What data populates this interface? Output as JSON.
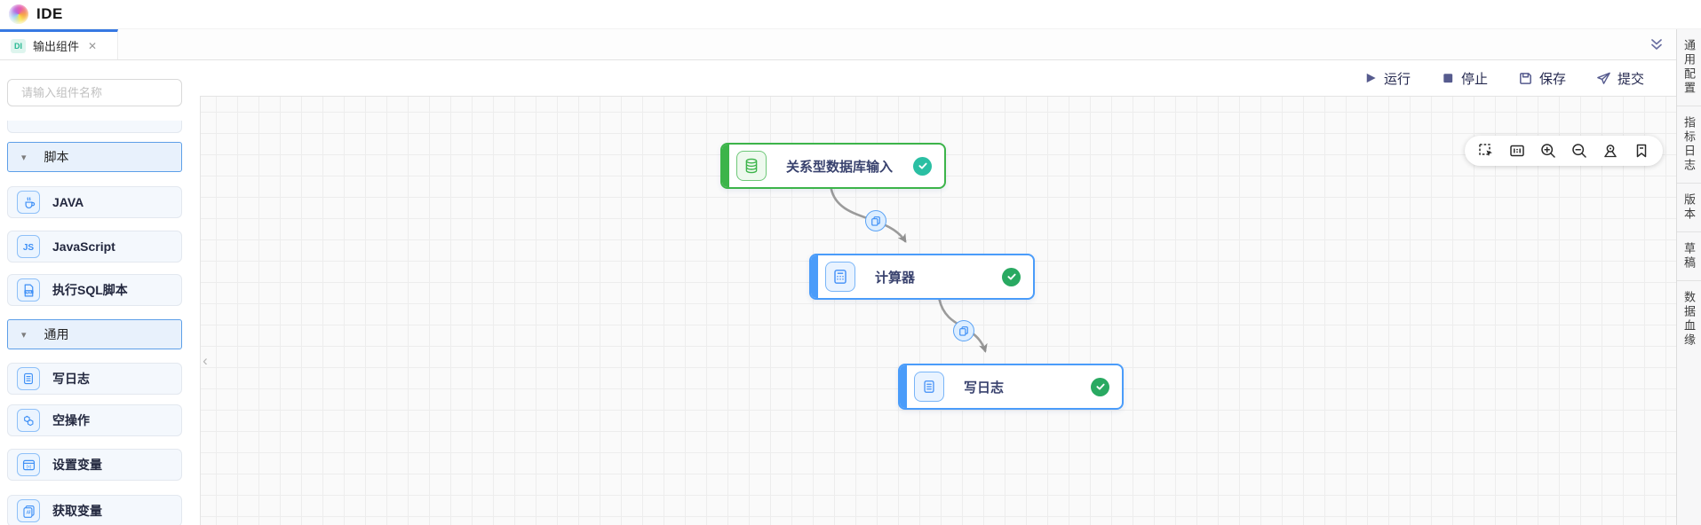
{
  "header": {
    "title": "IDE"
  },
  "tab_bar": {
    "tabs": [
      {
        "badge": "DI",
        "label": "输出组件",
        "close_glyph": "✕"
      }
    ]
  },
  "toolbar": {
    "buttons": [
      {
        "id": "run",
        "label": "运行"
      },
      {
        "id": "stop",
        "label": "停止"
      },
      {
        "id": "save",
        "label": "保存"
      },
      {
        "id": "submit",
        "label": "提交"
      }
    ]
  },
  "sidebar": {
    "search_placeholder": "请输入组件名称",
    "caret_glyph": "▾",
    "collapse_glyph": "‹",
    "sections": [
      {
        "label": "脚本",
        "items": [
          {
            "label": "JAVA",
            "icon": "java-icon"
          },
          {
            "label": "JavaScript",
            "icon": "javascript-icon"
          },
          {
            "label": "执行SQL脚本",
            "icon": "sql-script-icon"
          }
        ]
      },
      {
        "label": "通用",
        "items": [
          {
            "label": "写日志",
            "icon": "write-log-icon"
          },
          {
            "label": "空操作",
            "icon": "noop-icon"
          },
          {
            "label": "设置变量",
            "icon": "set-variable-icon"
          },
          {
            "label": "获取变量",
            "icon": "get-variable-icon"
          }
        ]
      }
    ]
  },
  "canvas": {
    "nodes": [
      {
        "id": "node-db-input",
        "label": "关系型数据库输入",
        "icon": "database-icon",
        "accent": "#3cb44a",
        "status": "success",
        "status_color": "#2abfa3"
      },
      {
        "id": "node-calculator",
        "label": "计算器",
        "icon": "calculator-icon",
        "accent": "#4a9cfa",
        "status": "success",
        "status_color": "#29a961"
      },
      {
        "id": "node-write-log",
        "label": "写日志",
        "icon": "write-log-icon",
        "accent": "#4a9cfa",
        "status": "success",
        "status_color": "#29a961"
      }
    ],
    "edges": [
      {
        "from": "node-db-input",
        "to": "node-calculator",
        "badge_icon": "copy-icon"
      },
      {
        "from": "node-calculator",
        "to": "node-write-log",
        "badge_icon": "copy-icon"
      }
    ],
    "toolbar_icons": [
      "marquee-select-icon",
      "preview-icon",
      "zoom-in-icon",
      "zoom-out-icon",
      "locate-icon",
      "bookmark-icon"
    ],
    "edge_color": "#9b9b9b"
  },
  "right_panel": {
    "items": [
      "通用配置",
      "指标日志",
      "版本",
      "草稿",
      "数据血缘"
    ]
  },
  "colors": {
    "primary_blue": "#3d8ff6",
    "node_green": "#3cb44a",
    "node_blue": "#4a9cfa",
    "success_teal": "#2abfa3",
    "success_green": "#29a961",
    "tab_indicator": "#3779e3",
    "tab_badge_teal": "#27b892"
  }
}
